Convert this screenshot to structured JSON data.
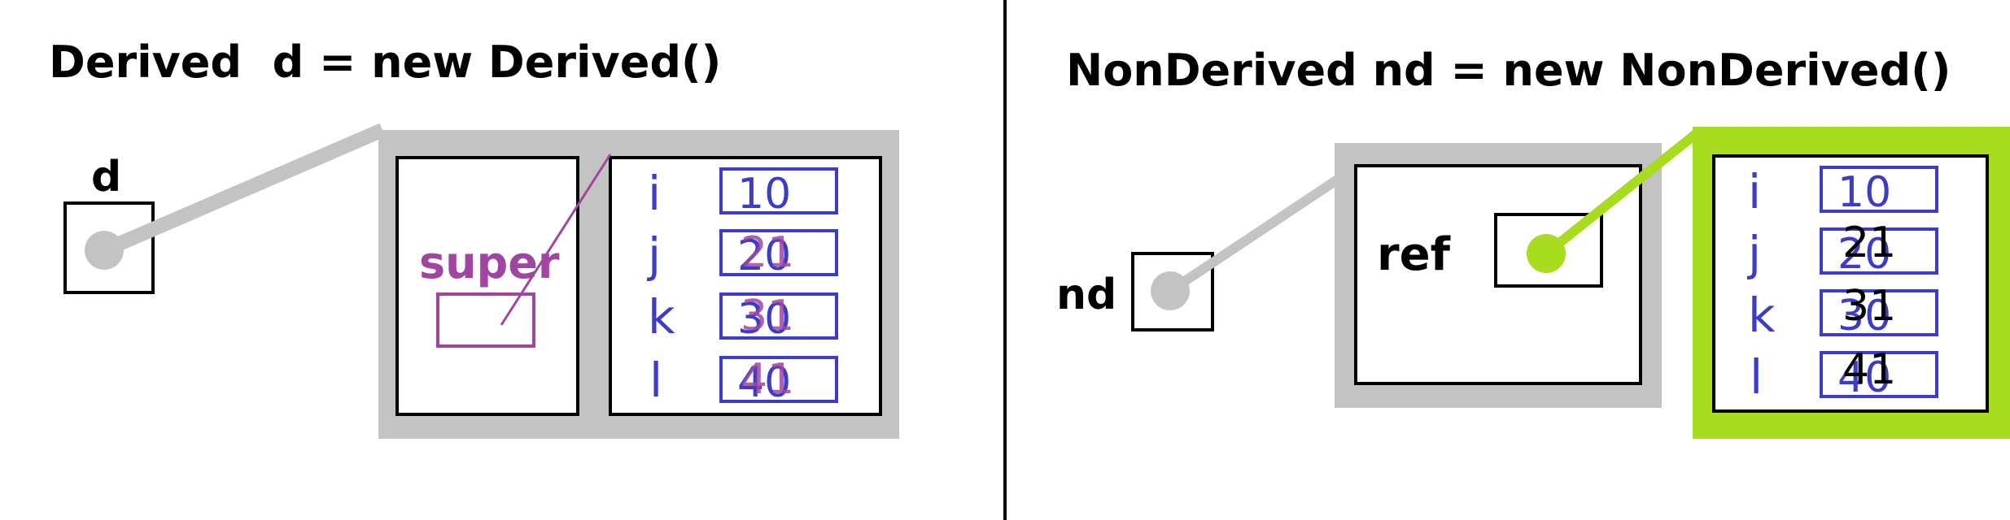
{
  "left": {
    "title": "Derived  d = new Derived()",
    "var_label": "d",
    "super_label": "super",
    "fields": [
      {
        "name": "i",
        "old": "10",
        "new": ""
      },
      {
        "name": "j",
        "old": "20",
        "new": "21"
      },
      {
        "name": "k",
        "old": "30",
        "new": "31"
      },
      {
        "name": "l",
        "old": "40",
        "new": "41"
      }
    ]
  },
  "right": {
    "title": "NonDerived nd = new NonDerived()",
    "var_label": "nd",
    "ref_label": "ref",
    "fields": [
      {
        "name": "i",
        "old": "10",
        "new": ""
      },
      {
        "name": "j",
        "old": "20",
        "new": "21"
      },
      {
        "name": "k",
        "old": "30",
        "new": "31"
      },
      {
        "name": "l",
        "old": "40",
        "new": "41"
      }
    ]
  },
  "colors": {
    "object_frame": "#c3c3c3",
    "pointer_grey": "#c3c3c3",
    "super_purple": "#a046a0",
    "field_blue": "#3c3cc8",
    "ref_green": "#a8dc1e",
    "ink": "#000000"
  }
}
